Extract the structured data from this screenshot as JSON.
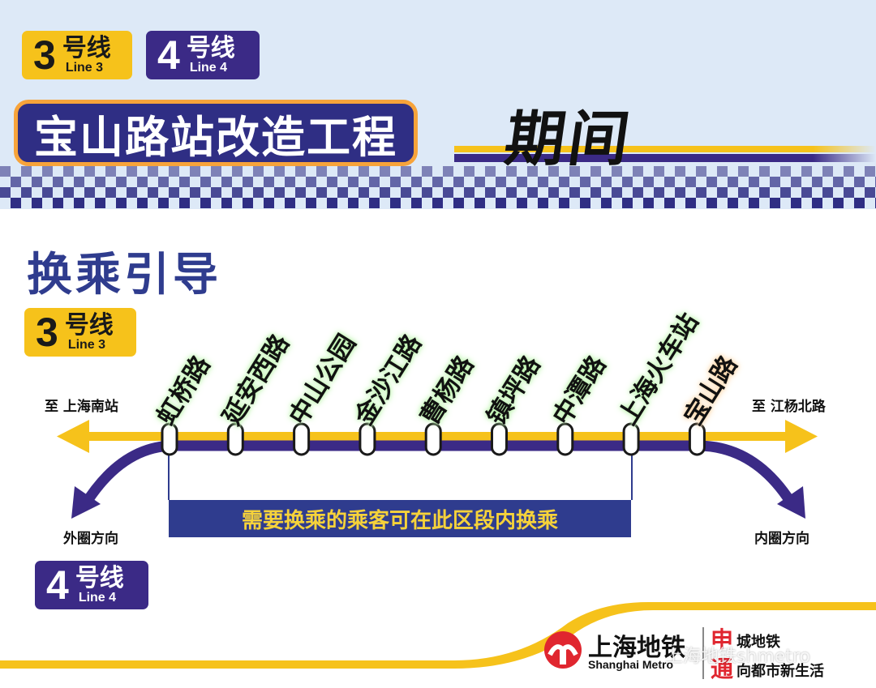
{
  "header": {
    "line3_badge": {
      "number": "3",
      "cn": "号线",
      "en": "Line 3"
    },
    "line4_badge": {
      "number": "4",
      "cn": "号线",
      "en": "Line 4"
    },
    "title_main": "宝山路站改造工程",
    "title_suffix": "期间"
  },
  "section_title": "换乘引导",
  "map": {
    "line3_badge": {
      "number": "3",
      "cn": "号线",
      "en": "Line 3"
    },
    "line4_badge": {
      "number": "4",
      "cn": "号线",
      "en": "Line 4"
    },
    "direction_left_top": "至 上海南站",
    "direction_right_top": "至 江杨北路",
    "direction_left_bottom": "外圈方向",
    "direction_right_bottom": "内圈方向",
    "stations": [
      "虹桥路",
      "延安西路",
      "中山公园",
      "金沙江路",
      "曹杨路",
      "镇坪路",
      "中潭路",
      "上海火车站",
      "宝山路"
    ],
    "highlight_station": "宝山路",
    "transfer_note": "需要换乘的乘客可在此区段内换乘",
    "colors": {
      "line3": "#f6c21b",
      "line4": "#3b2a86",
      "note_bg": "#2f3c8e",
      "note_text": "#f6d23a"
    }
  },
  "footer": {
    "logo_cn": "上海地铁",
    "logo_en": "Shanghai Metro",
    "slogan_top_big": "申",
    "slogan_top": "城地铁",
    "slogan_bottom_big": "通",
    "slogan_bottom": "向都市新生活",
    "watermark": "上海地铁shmetro"
  }
}
